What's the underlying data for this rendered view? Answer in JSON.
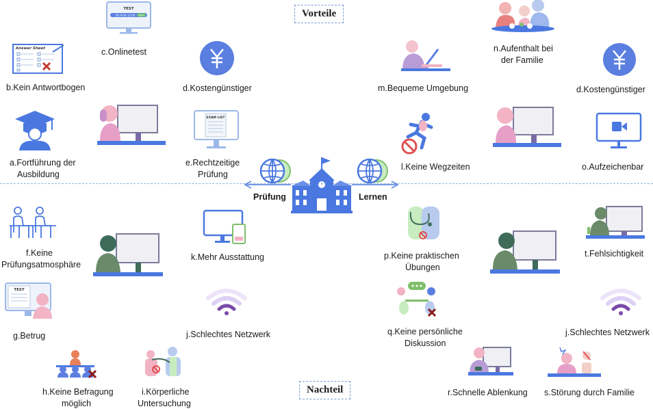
{
  "headers": {
    "top": "Vorteile",
    "bottom": "Nachteil"
  },
  "center": {
    "left": "Prüfung",
    "right": "Lernen"
  },
  "items": {
    "c": "c.Onlinetest",
    "b": "b.Kein Antwortbogen",
    "d1": "d.Kostengünstiger",
    "a1": "a.Fortführung der",
    "a2": "Ausbildung",
    "e1": "e.Rechtzeitige",
    "e2": "Prüfung",
    "n1": "n.Aufenthalt bei",
    "n2": "der Familie",
    "m": "m.Bequeme Umgebung",
    "d2": "d.Kostengünstiger",
    "l": "l.Keine Wegzeiten",
    "o": "o.Aufzeichenbar",
    "f1": "f.Keine",
    "f2": "Prüfungsatmosphäre",
    "k": "k.Mehr Ausstattung",
    "p1": "p.Keine praktischen",
    "p2": "Übungen",
    "t": "t.Fehlsichtigkeit",
    "g": "g.Betrug",
    "j1": "j.Schlechtes Netzwerk",
    "q1": "q.Keine persönliche",
    "q2": "Diskussion",
    "j2": "j.Schlechtes Netzwerk",
    "h1": "h.Keine Befragung",
    "h2": "möglich",
    "i1": "i.Körperliche",
    "i2": "Untersuchung",
    "r": "r.Schnelle Ablenkung",
    "s": "s.Störung durch Familie"
  },
  "icon_text": {
    "test": "TEST",
    "time": "XX 9:00-12:00",
    "start": "Start",
    "answer_sheet": "Answer Sheet",
    "exam": "EXAM LIST",
    "test2": "TEST"
  },
  "colors": {
    "blue": "#4a78e0",
    "light_blue": "#8fb4f2",
    "pink": "#f2b3c4",
    "purple": "#7a6aa8",
    "green": "#7fbf6a",
    "dark_green": "#3f6b5a"
  }
}
